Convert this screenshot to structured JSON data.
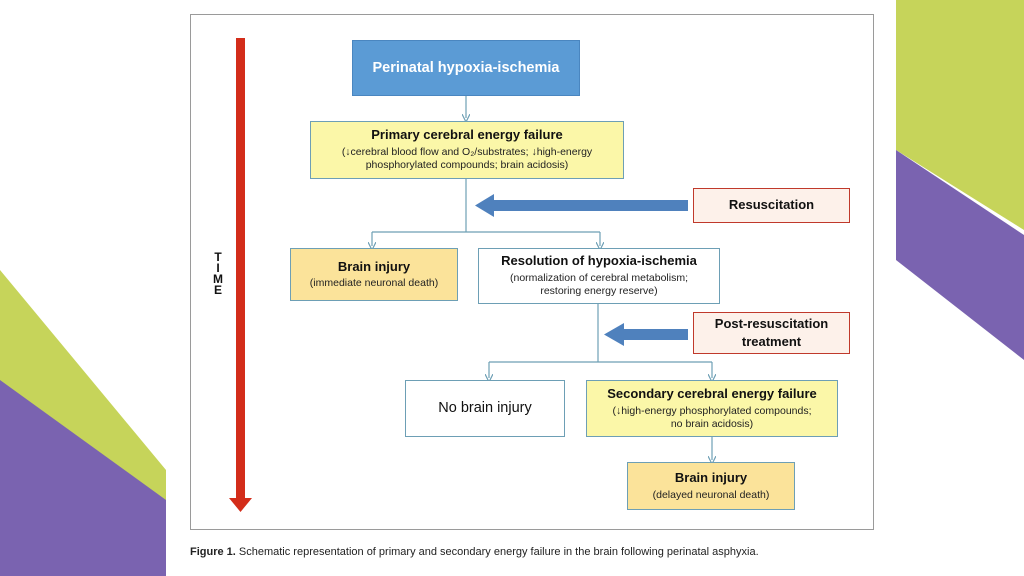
{
  "diagram": {
    "top_box": "Perinatal hypoxia-ischemia",
    "primary_failure": {
      "title": "Primary cerebral energy failure",
      "line1": "(↓cerebral blood flow and O₂/substrates; ↓high-energy",
      "line2": "phosphorylated compounds; brain acidosis)"
    },
    "resuscitation": "Resuscitation",
    "brain_injury_immediate": {
      "title": "Brain injury",
      "detail": "(immediate neuronal death)"
    },
    "resolution": {
      "title": "Resolution of hypoxia-ischemia",
      "line1": "(normalization of cerebral metabolism;",
      "line2": "restoring energy reserve)"
    },
    "post_resuscitation": {
      "line1": "Post-resuscitation",
      "line2": "treatment"
    },
    "no_brain_injury": "No brain injury",
    "secondary_failure": {
      "title": "Secondary cerebral energy failure",
      "line1": "(↓high-energy phosphorylated compounds;",
      "line2": "no  brain acidosis)"
    },
    "brain_injury_delayed": {
      "title": "Brain injury",
      "detail": "(delayed neuronal death)"
    },
    "time_axis_label": [
      "T",
      "I",
      "M",
      "E"
    ]
  },
  "caption": {
    "label": "Figure 1.",
    "text": " Schematic representation of primary and secondary energy failure in the brain following perinatal asphyxia."
  },
  "colors": {
    "time_arrow": "#d32d1a",
    "side_arrow": "#4f81bd",
    "connector": "#6d9fb5",
    "top_box_fill": "#5b9bd5",
    "yellow_fill": "#fbf7a8",
    "orange_fill": "#fbe39a",
    "red_border": "#c0392b",
    "bg_lime": "#c6d45a",
    "bg_purple": "#7a63b0"
  }
}
